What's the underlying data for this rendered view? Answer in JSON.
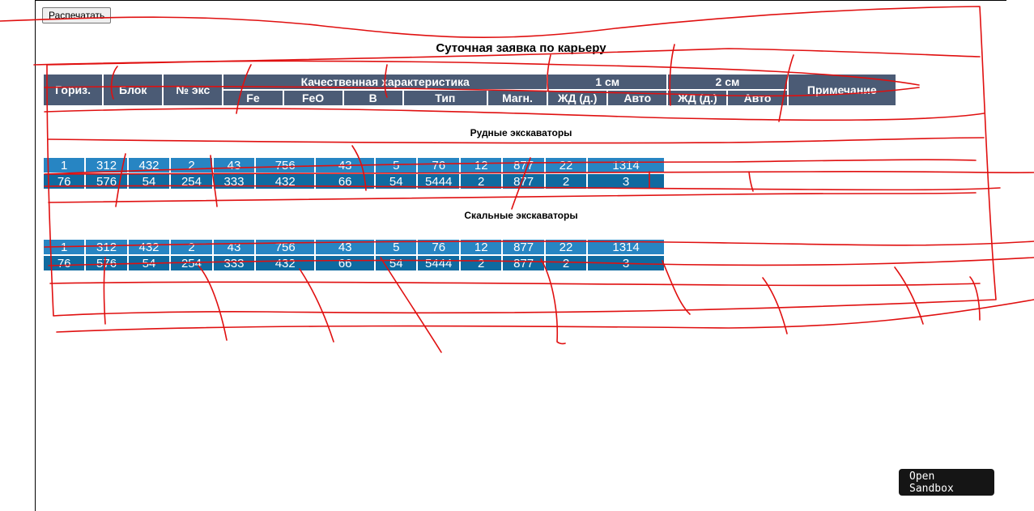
{
  "toolbar": {
    "print_label": "Распечатать"
  },
  "title": "Суточная заявка по карьеру",
  "header": {
    "horiz": "Гориз.",
    "block": "Блок",
    "exc_no": "№ экс",
    "quality": "Качественная характеристика",
    "shift1": "1 см",
    "shift2": "2 см",
    "note": "Примечание",
    "fe": "Fe",
    "feo": "FeO",
    "b": "B",
    "type": "Тип",
    "magn": "Магн.",
    "rail1": "ЖД (д.)",
    "auto1": "Авто",
    "rail2": "ЖД (д.)",
    "auto2": "Авто"
  },
  "sections": [
    {
      "title": "Рудные экскаваторы",
      "rows": [
        [
          "1",
          "312",
          "432",
          "2",
          "43",
          "756",
          "43",
          "5",
          "76",
          "12",
          "877",
          "22",
          "1314"
        ],
        [
          "76",
          "576",
          "54",
          "254",
          "333",
          "432",
          "66",
          "54",
          "5444",
          "2",
          "877",
          "2",
          "3"
        ]
      ]
    },
    {
      "title": "Скальные экскаваторы",
      "rows": [
        [
          "1",
          "312",
          "432",
          "2",
          "43",
          "756",
          "43",
          "5",
          "76",
          "12",
          "877",
          "22",
          "1314"
        ],
        [
          "76",
          "576",
          "54",
          "254",
          "333",
          "432",
          "66",
          "54",
          "5444",
          "2",
          "877",
          "2",
          "3"
        ]
      ]
    }
  ],
  "sandbox": {
    "label": "Open Sandbox"
  },
  "colors": {
    "header_bg": "#4b5b75",
    "row1_bg": "#2785c3",
    "row2_bg": "#0f6aa0",
    "scribble": "#e01010"
  }
}
